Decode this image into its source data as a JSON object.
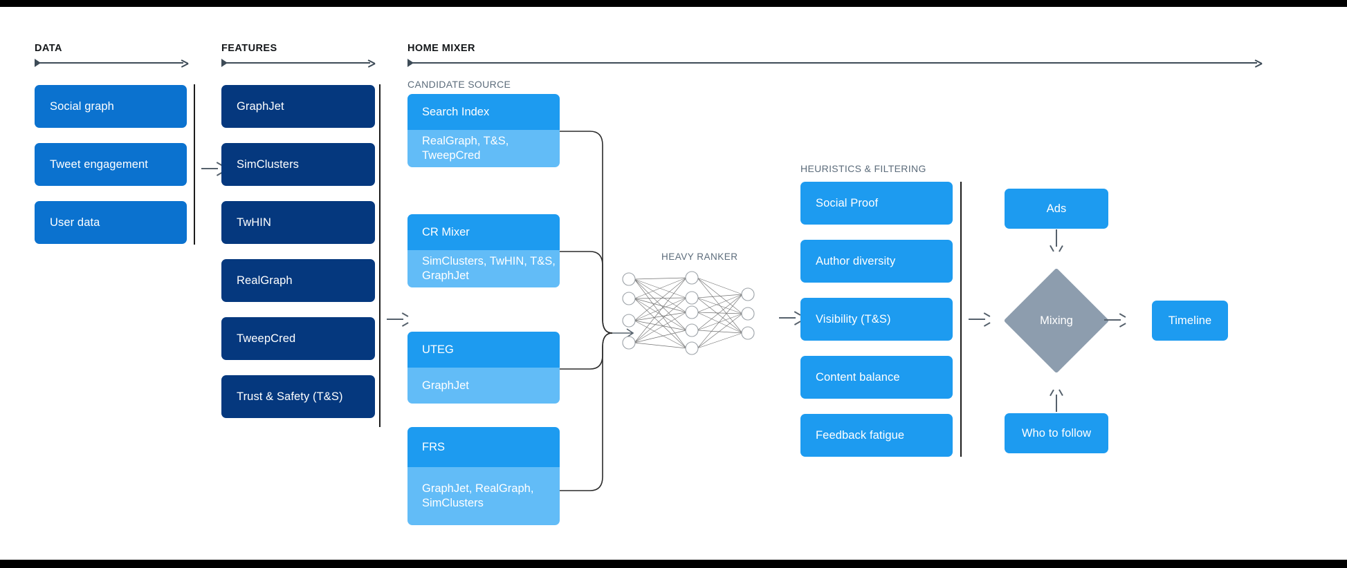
{
  "sections": {
    "data": {
      "label": "DATA"
    },
    "features": {
      "label": "FEATURES"
    },
    "home_mixer": {
      "label": "HOME MIXER"
    },
    "candidate_source": {
      "label": "CANDIDATE SOURCE"
    },
    "heavy_ranker": {
      "label": "HEAVY RANKER"
    },
    "heuristics": {
      "label": "HEURISTICS & FILTERING"
    }
  },
  "data_boxes": [
    {
      "label": "Social graph"
    },
    {
      "label": "Tweet engagement"
    },
    {
      "label": "User data"
    }
  ],
  "feature_boxes": [
    {
      "label": "GraphJet"
    },
    {
      "label": "SimClusters"
    },
    {
      "label": "TwHIN"
    },
    {
      "label": "RealGraph"
    },
    {
      "label": "TweepCred"
    },
    {
      "label": "Trust & Safety (T&S)"
    }
  ],
  "candidate_sources": [
    {
      "title": "Search Index",
      "features": "RealGraph, T&S, TweepCred"
    },
    {
      "title": "CR Mixer",
      "features": "SimClusters, TwHIN, T&S, GraphJet"
    },
    {
      "title": "UTEG",
      "features": "GraphJet"
    },
    {
      "title": "FRS",
      "features": "GraphJet, RealGraph, SimClusters"
    }
  ],
  "heuristic_boxes": [
    {
      "label": "Social Proof"
    },
    {
      "label": "Author diversity"
    },
    {
      "label": "Visibility (T&S)"
    },
    {
      "label": "Content balance"
    },
    {
      "label": "Feedback fatigue"
    }
  ],
  "mixing": {
    "label": "Mixing"
  },
  "ads": {
    "label": "Ads"
  },
  "who_to_follow": {
    "label": "Who to follow"
  },
  "timeline": {
    "label": "Timeline"
  },
  "colors": {
    "data_blue": "#0b72cf",
    "feature_navy": "#05387e",
    "accent_blue": "#1d9bf0",
    "light_blue": "#62bcf7",
    "diamond_gray": "#8d9dae",
    "rule_gray": "#3d4b57",
    "subtitle_gray": "#5b6b7a"
  },
  "neural_net": {
    "input_nodes": 4,
    "hidden_nodes": 5,
    "output_nodes": 3
  }
}
